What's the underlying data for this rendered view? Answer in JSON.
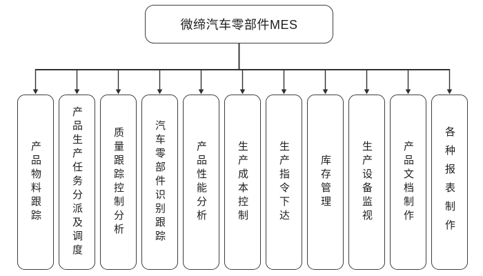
{
  "diagram": {
    "root": {
      "label": "微缔汽车零部件MES"
    },
    "children": [
      {
        "label": "产品物料跟踪"
      },
      {
        "label": "产品生产任务分派及调度"
      },
      {
        "label": "质量跟踪控制分析"
      },
      {
        "label": "汽车零部件识别跟踪"
      },
      {
        "label": "产品性能分析"
      },
      {
        "label": "生产成本控制"
      },
      {
        "label": "生产指令下达"
      },
      {
        "label": "库存管理"
      },
      {
        "label": "生产设备监视"
      },
      {
        "label": "产品文档制作"
      },
      {
        "label": "各种报表制作"
      }
    ],
    "colors": {
      "background": "#ffffff",
      "box_fill": "#ffffff",
      "box_border": "#3c3c3c",
      "line": "#2f2f2f",
      "text": "#1f1f1f"
    }
  }
}
